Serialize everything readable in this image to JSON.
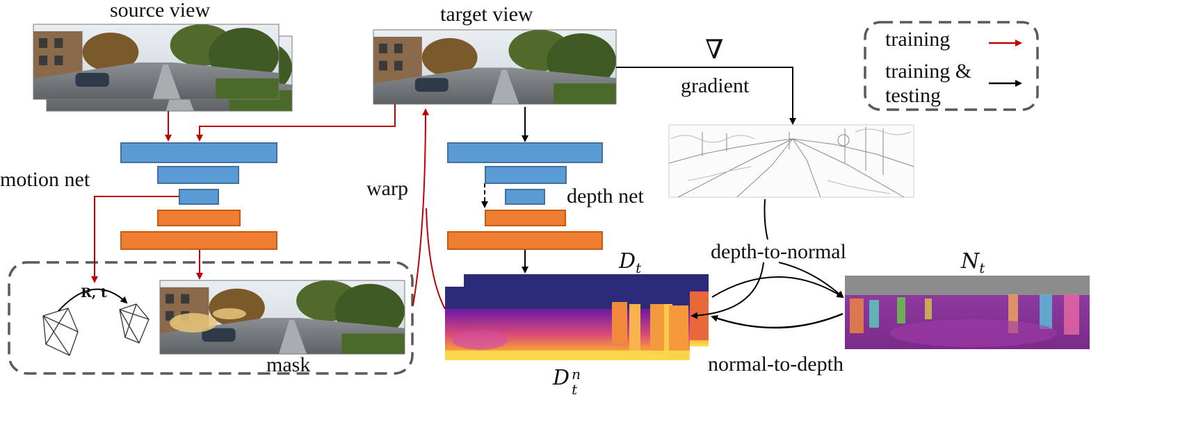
{
  "labels": {
    "source_view": "source view",
    "target_view": "target view",
    "motion_net": "motion net",
    "depth_net": "depth net",
    "warp": "warp",
    "gradient_symbol": "∇",
    "gradient": "gradient",
    "mask": "mask",
    "rt": "R, t",
    "depth_to_normal": "depth-to-normal",
    "normal_to_depth": "normal-to-depth",
    "dt_base": "D",
    "dt_sub": "t",
    "nt_base": "N",
    "nt_sub": "t",
    "dtn_base": "D",
    "dtn_sub": "t",
    "dtn_sup": "n"
  },
  "legend": {
    "training": "training",
    "training_testing_line1": "training &",
    "training_testing_line2": "testing",
    "training_color": "#c00000",
    "testing_color": "#000000"
  },
  "colors": {
    "encoder_blue": "#5b9bd5",
    "decoder_orange": "#ed7d31",
    "training_arrow": "#c00000",
    "dash_box": "#595959"
  },
  "icons": {
    "camera_source": "wireframe-camera-icon",
    "camera_target": "wireframe-camera-icon"
  }
}
